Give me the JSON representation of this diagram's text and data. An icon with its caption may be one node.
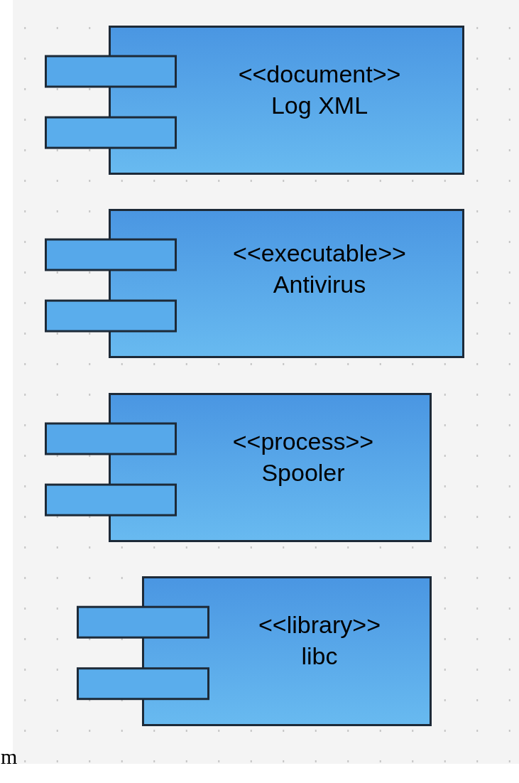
{
  "diagram": {
    "nodes": [
      {
        "text": [
          "<<document>>",
          "Log XML"
        ]
      },
      {
        "text": [
          "<<executable>>",
          "Antivirus"
        ]
      },
      {
        "text": [
          "<<process>>",
          "Spooler"
        ]
      },
      {
        "text": [
          "<<library>>",
          "libc"
        ]
      }
    ],
    "labels": [
      "m"
    ]
  }
}
